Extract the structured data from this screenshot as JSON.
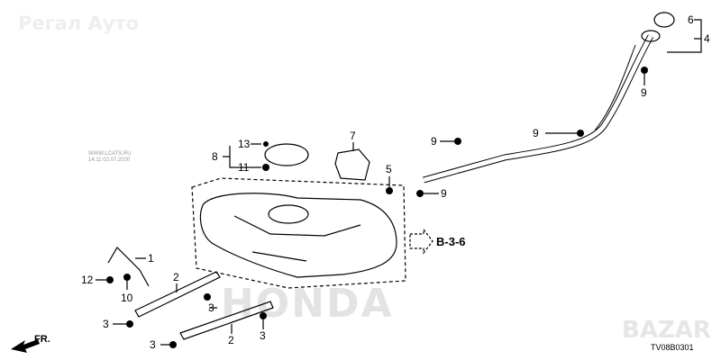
{
  "watermark": {
    "brand": "Регал Ауто",
    "site": "WWW.LCATS.RU",
    "timestamp": "14:11 02.07.2020",
    "bazar": "BAZAR",
    "honda": "HONDA"
  },
  "diagram_code": "TV08B0301",
  "reference": "B-3-6",
  "direction_label": "FR.",
  "callouts": {
    "c6": "6",
    "c4": "4",
    "c9a": "9",
    "c9b": "9",
    "c9c": "9",
    "c9d": "9",
    "c7": "7",
    "c5": "5",
    "c13": "13",
    "c8": "8",
    "c11": "11",
    "c1": "1",
    "c12": "12",
    "c10": "10",
    "c2a": "2",
    "c2b": "2",
    "c3a": "3",
    "c3b": "3",
    "c3c": "3",
    "c3d": "3"
  }
}
